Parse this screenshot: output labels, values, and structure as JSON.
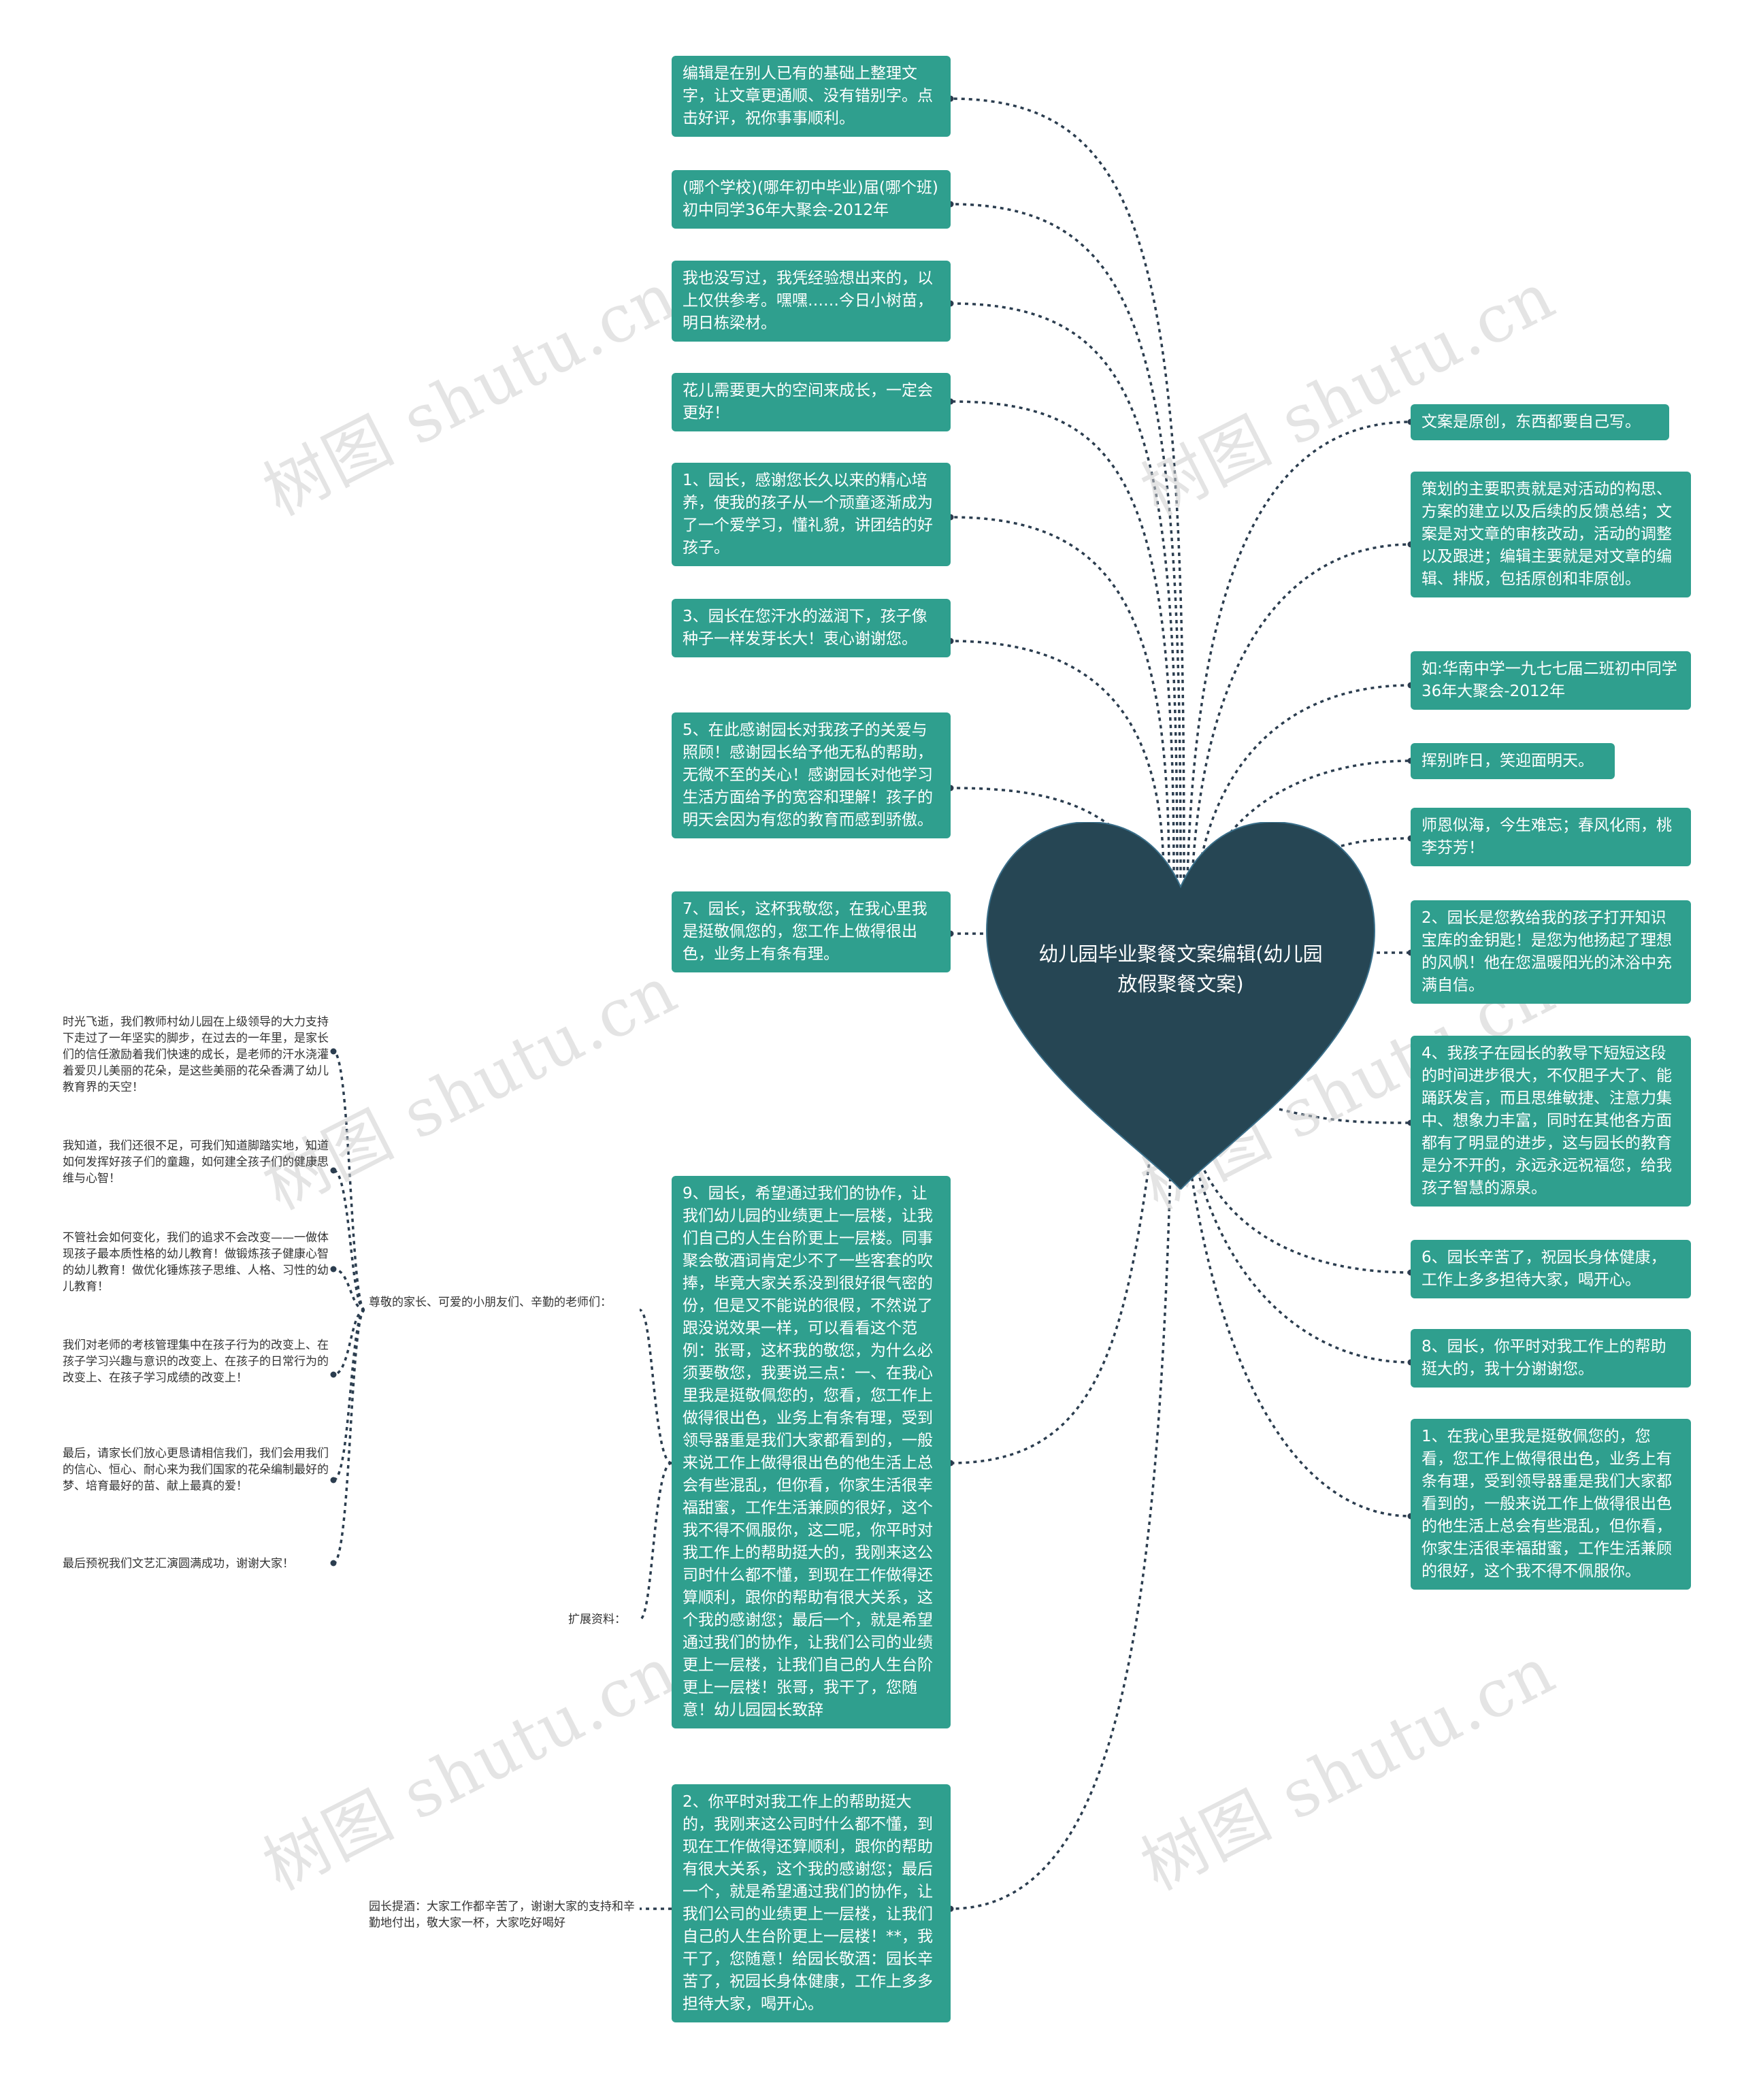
{
  "center": {
    "title": "幼儿园毕业聚餐文案编辑(幼儿园放假聚餐文案)"
  },
  "watermark": {
    "text": "树图 shutu.cn"
  },
  "colors": {
    "node": "#2f9f8e",
    "center": "#264654",
    "line": "#2b3d4f"
  },
  "left_nodes": [
    {
      "text": "编辑是在别人已有的基础上整理文字，让文章更通顺、没有错别字。点击好评，祝你事事顺利。"
    },
    {
      "text": "(哪个学校)(哪年初中毕业)届(哪个班)初中同学36年大聚会-2012年"
    },
    {
      "text": "我也没写过，我凭经验想出来的，以上仅供参考。嘿嘿……今日小树苗，明日栋梁材。"
    },
    {
      "text": "花儿需要更大的空间来成长，一定会更好！"
    },
    {
      "text": "1、园长，感谢您长久以来的精心培养，使我的孩子从一个顽童逐渐成为了一个爱学习，懂礼貌，讲团结的好孩子。"
    },
    {
      "text": "3、园长在您汗水的滋润下，孩子像种子一样发芽长大！衷心谢谢您。"
    },
    {
      "text": "5、在此感谢园长对我孩子的关爱与照顾！感谢园长给予他无私的帮助，无微不至的关心！感谢园长对他学习生活方面给予的宽容和理解！孩子的明天会因为有您的教育而感到骄傲。"
    },
    {
      "text": "7、园长，这杯我敬您，在我心里我是挺敬佩您的，您工作上做得很出色，业务上有条有理。"
    },
    {
      "text": "9、园长，希望通过我们的协作，让我们幼儿园的业绩更上一层楼，让我们自己的人生台阶更上一层楼。同事聚会敬酒词肯定少不了一些客套的吹捧，毕竟大家关系没到很好很气密的份，但是又不能说的很假，不然说了跟没说效果一样，可以看看这个范例：张哥，这杯我的敬您，为什么必须要敬您，我要说三点：一、在我心里我是挺敬佩您的，您看，您工作上做得很出色，业务上有条有理，受到领导器重是我们大家都看到的，一般来说工作上做得很出色的他生活上总会有些混乱，但你看，你家生活很幸福甜蜜，工作生活兼顾的很好，这个我不得不佩服你，这二呢，你平时对我工作上的帮助挺大的，我刚来这公司时什么都不懂，到现在工作做得还算顺利，跟你的帮助有很大关系，这个我的感谢您；最后一个，就是希望通过我们的协作，让我们公司的业绩更上一层楼，让我们自己的人生台阶更上一层楼！张哥，我干了，您随意！幼儿园园长致辞"
    },
    {
      "text": "2、你平时对我工作上的帮助挺大的，我刚来这公司时什么都不懂，到现在工作做得还算顺利，跟你的帮助有很大关系，这个我的感谢您；最后一个，就是希望通过我们的协作，让我们公司的业绩更上一层楼，让我们自己的人生台阶更上一层楼！**，我干了，您随意！给园长敬酒：园长辛苦了，祝园长身体健康，工作上多多担待大家，喝开心。"
    }
  ],
  "right_nodes": [
    {
      "text": "文案是原创，东西都要自己写。"
    },
    {
      "text": "策划的主要职责就是对活动的构思、方案的建立以及后续的反馈总结；文案是对文章的审核改动，活动的调整以及跟进；编辑主要就是对文章的编辑、排版，包括原创和非原创。"
    },
    {
      "text": "如:华南中学一九七七届二班初中同学36年大聚会-2012年"
    },
    {
      "text": "挥别昨日，笑迎面明天。"
    },
    {
      "text": "师恩似海，今生难忘；春风化雨，桃李芬芳！"
    },
    {
      "text": "2、园长是您教给我的孩子打开知识宝库的金钥匙！是您为他扬起了理想的风帆！他在您温暖阳光的沐浴中充满自信。"
    },
    {
      "text": "4、我孩子在园长的教导下短短这段的时间进步很大，不仅胆子大了、能踊跃发言，而且思维敏捷、注意力集中、想象力丰富，同时在其他各方面都有了明显的进步，这与园长的教育是分不开的，永远永远祝福您，给我孩子智慧的源泉。"
    },
    {
      "text": "6、园长辛苦了，祝园长身体健康，工作上多多担待大家，喝开心。"
    },
    {
      "text": "8、园长，你平时对我工作上的帮助挺大的，我十分谢谢您。"
    },
    {
      "text": "1、在我心里我是挺敬佩您的，您看，您工作上做得很出色，业务上有条有理，受到领导器重是我们大家都看到的，一般来说工作上做得很出色的他生活上总会有些混乱，但你看，你家生活很幸福甜蜜，工作生活兼顾的很好，这个我不得不佩服你。"
    }
  ],
  "sub_labels": {
    "greeting": "尊敬的家长、可爱的小朋友们、辛勤的老师们：",
    "extend": "扩展资料：",
    "toast": "园长提酒：大家工作都辛苦了，谢谢大家的支持和辛勤地付出，敬大家一杯，大家吃好喝好"
  },
  "greeting_items": [
    {
      "text": "时光飞逝，我们教师村幼儿园在上级领导的大力支持下走过了一年坚实的脚步，在过去的一年里，是家长们的信任激励着我们快速的成长，是老师的汗水浇灌着爱贝儿美丽的花朵，是这些美丽的花朵香满了幼儿教育界的天空！"
    },
    {
      "text": "我知道，我们还很不足，可我们知道脚踏实地，知道如何发挥好孩子们的童趣，如何建全孩子们的健康思维与心智！"
    },
    {
      "text": "不管社会如何变化，我们的追求不会改变——一做体现孩子最本质性格的幼儿教育！做锻炼孩子健康心智的幼儿教育！做优化锤炼孩子思维、人格、习性的幼儿教育！"
    },
    {
      "text": "我们对老师的考核管理集中在孩子行为的改变上、在孩子学习兴趣与意识的改变上、在孩子的日常行为的改变上、在孩子学习成绩的改变上！"
    },
    {
      "text": "最后，请家长们放心更恳请相信我们，我们会用我们的信心、恒心、耐心来为我们国家的花朵编制最好的梦、培育最好的苗、献上最真的爱！"
    },
    {
      "text": "最后预祝我们文艺汇演圆满成功，谢谢大家！"
    }
  ]
}
